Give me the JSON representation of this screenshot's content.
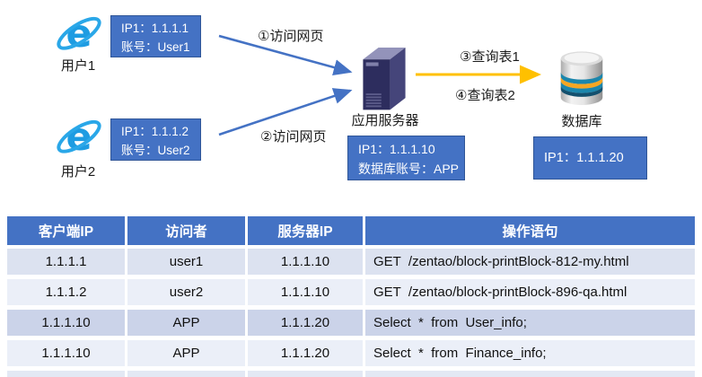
{
  "diagram": {
    "user1": {
      "label": "用户1",
      "ip": "IP1：1.1.1.1",
      "account": "账号：User1"
    },
    "user2": {
      "label": "用户2",
      "ip": "IP1：1.1.1.2",
      "account": "账号：User2"
    },
    "flow_labels": {
      "step1": "①访问网页",
      "step2": "②访问网页",
      "step3": "③查询表1",
      "step4": "④查询表2"
    },
    "server": {
      "label": "应用服务器",
      "ip": "IP1：1.1.1.10",
      "account": "数据库账号：APP"
    },
    "database": {
      "label": "数据库",
      "ip": "IP1：1.1.1.20"
    },
    "colors": {
      "flow_arrow_blue": "#4472C4",
      "flow_arrow_yellow": "#FFC000",
      "info_box_fill": "#4472C4",
      "info_box_border": "#2F5597",
      "ie_blue": "#1E9CE2"
    }
  },
  "table": {
    "headers": [
      "客户端IP",
      "访问者",
      "服务器IP",
      "操作语句"
    ],
    "rows": [
      [
        "1.1.1.1",
        "user1",
        "1.1.1.10",
        "GET  /zentao/block-printBlock-812-my.html"
      ],
      [
        "1.1.1.2",
        "user2",
        "1.1.1.10",
        "GET  /zentao/block-printBlock-896-qa.html"
      ],
      [
        "1.1.1.10",
        "APP",
        "1.1.1.20",
        "Select  *  from  User_info;"
      ],
      [
        "1.1.1.10",
        "APP",
        "1.1.1.20",
        "Select  *  from  Finance_info;"
      ]
    ],
    "colors": {
      "header_bg": "#4472C4",
      "row_medium": "#DCE2F0",
      "row_light": "#EBEFF8",
      "row_dark": "#CBD3E9"
    }
  }
}
